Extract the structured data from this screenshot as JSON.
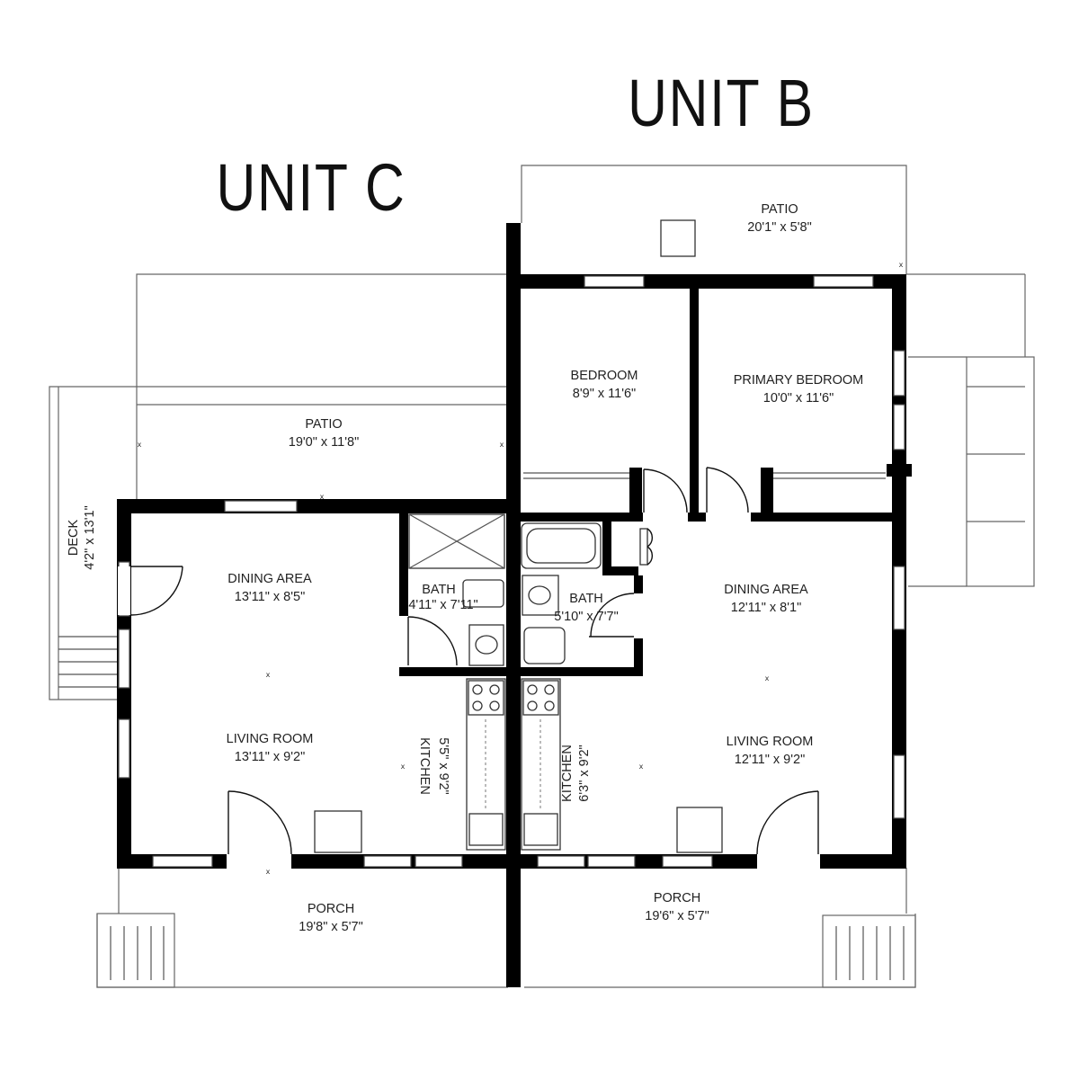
{
  "units": [
    {
      "id": "unit-c",
      "title": "UNIT C"
    },
    {
      "id": "unit-b",
      "title": "UNIT B"
    }
  ],
  "rooms": {
    "c_patio": {
      "name": "PATIO",
      "size": "19'0\" x 11'8\""
    },
    "c_deck": {
      "name": "DECK",
      "size": "4'2\" x 13'1\""
    },
    "c_dining": {
      "name": "DINING AREA",
      "size": "13'11\" x 8'5\""
    },
    "c_living": {
      "name": "LIVING ROOM",
      "size": "13'11\" x 9'2\""
    },
    "c_bath": {
      "name": "BATH",
      "size": "4'11\" x 7'11\""
    },
    "c_kitchen": {
      "name": "KITCHEN",
      "size": "5'5\" x 9'2\""
    },
    "c_porch": {
      "name": "PORCH",
      "size": "19'8\" x 5'7\""
    },
    "b_patio": {
      "name": "PATIO",
      "size": "20'1\" x 5'8\""
    },
    "b_bedroom": {
      "name": "BEDROOM",
      "size": "8'9\" x 11'6\""
    },
    "b_primary": {
      "name": "PRIMARY BEDROOM",
      "size": "10'0\" x 11'6\""
    },
    "b_bath": {
      "name": "BATH",
      "size": "5'10\" x 7'7\""
    },
    "b_dining": {
      "name": "DINING AREA",
      "size": "12'11\" x 8'1\""
    },
    "b_living": {
      "name": "LIVING ROOM",
      "size": "12'11\" x 9'2\""
    },
    "b_kitchen": {
      "name": "KITCHEN",
      "size": "6'3\" x 9'2\""
    },
    "b_porch": {
      "name": "PORCH",
      "size": "19'6\" x 5'7\""
    }
  }
}
